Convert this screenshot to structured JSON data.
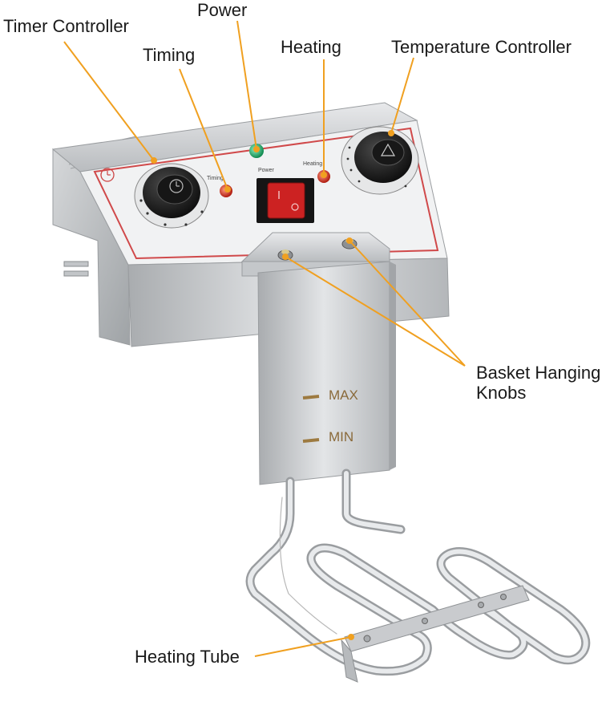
{
  "labels": {
    "timer_controller": "Timer Controller",
    "power": "Power",
    "timing": "Timing",
    "heating": "Heating",
    "temperature_controller": "Temperature Controller",
    "basket_hanging_knobs": "Basket Hanging Knobs",
    "heating_tube": "Heating Tube"
  },
  "panel": {
    "timing_text": "Timing",
    "power_text": "Power",
    "heating_text": "Heating"
  },
  "tank": {
    "max_mark": "MAX",
    "min_mark": "MIN"
  },
  "colors": {
    "leader": "#f0a020",
    "steel": "#c9cbcd",
    "panel_border": "#d0494a",
    "power_led": "#1fae6b",
    "heating_led": "#d8321f",
    "switch": "#cc2222"
  }
}
